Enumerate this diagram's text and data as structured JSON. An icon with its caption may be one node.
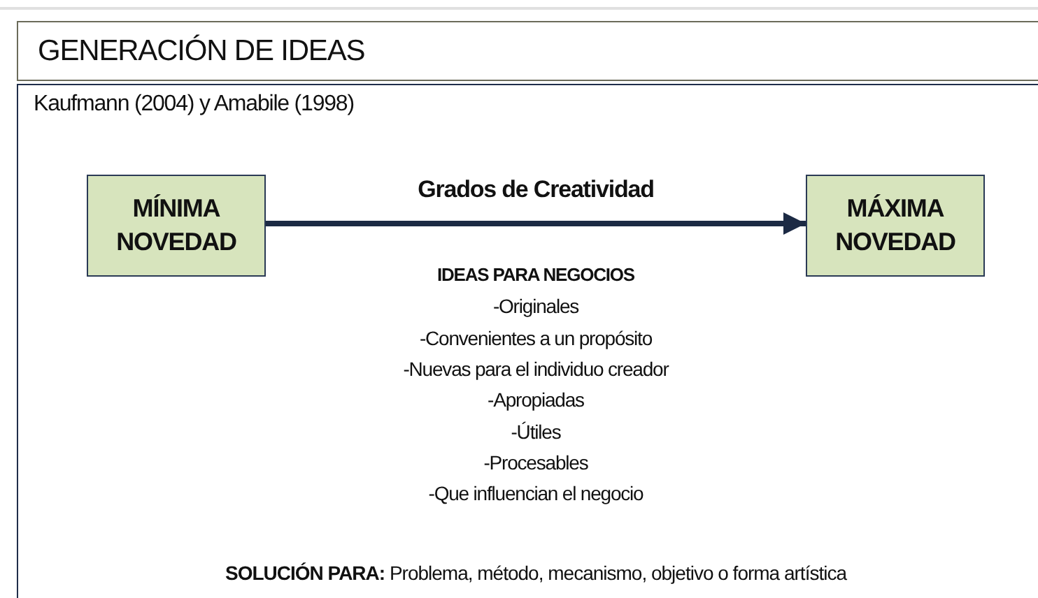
{
  "diagram": {
    "title": "GENERACIÓN DE IDEAS",
    "nodes": [
      {
        "text": [
          "MÍNIMA NOVEDAD"
        ]
      },
      {
        "text": [
          "MÁXIMA NOVEDAD"
        ]
      }
    ],
    "edges": [
      {
        "from": 0,
        "to": 1,
        "arrow": "to",
        "label": "Grados de Creatividad"
      }
    ],
    "labels": [
      "Kaufmann (2004) y Amabile (1998)",
      "IDEAS PARA NEGOCIOS",
      "-Originales",
      "-Convenientes a un propósito",
      "-Nuevas para el individuo creador",
      "-Apropiadas",
      "-Útiles",
      "-Procesables",
      "-Que influencian el negocio",
      "**SOLUCIÓN PARA:** Problema, método, mecanismo, objetivo o forma artística"
    ]
  }
}
